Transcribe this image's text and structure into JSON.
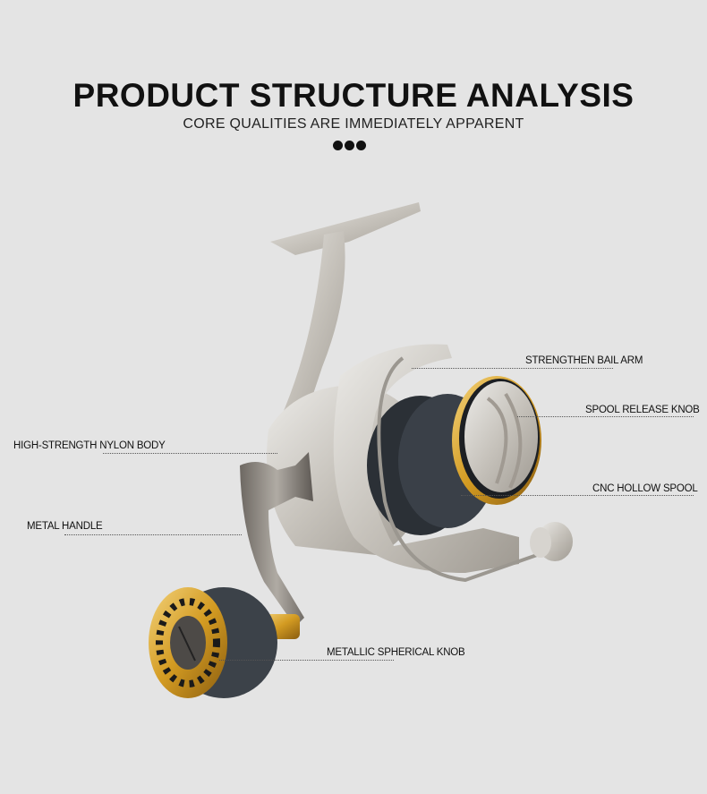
{
  "header": {
    "title": "PRODUCT STRUCTURE ANALYSIS",
    "subtitle": "CORE QUALITIES ARE IMMEDIATELY APPARENT"
  },
  "callouts": {
    "bail_arm": "STRENGTHEN  BAIL ARM",
    "spool_release_knob": "SPOOL RELEASE KNOB",
    "cnc_hollow_spool": "CNC HOLLOW SPOOL",
    "nylon_body": "HIGH-STRENGTH NYLON BODY",
    "metal_handle": "METAL  HANDLE",
    "spherical_knob": "METALLIC  SPHERICAL KNOB"
  },
  "colors": {
    "background": "#e4e4e4",
    "silver": "#c9c6c0",
    "gold": "#d9a62a",
    "dark": "#2b3036"
  }
}
